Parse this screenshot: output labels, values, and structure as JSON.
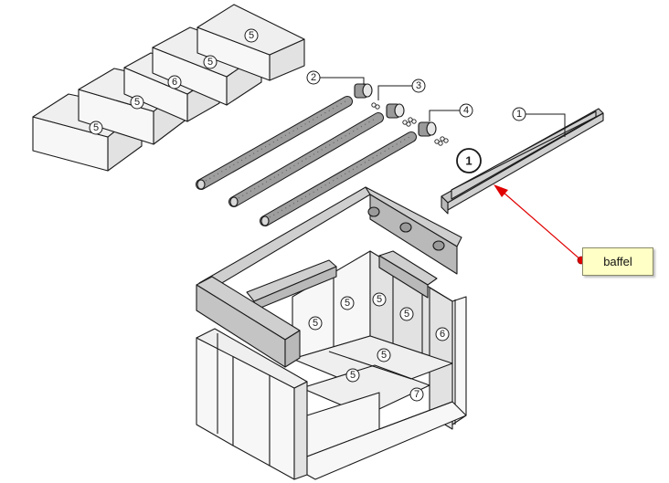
{
  "callouts": {
    "c1": "1",
    "c2": "2",
    "c3": "3",
    "c4": "4",
    "c5": "5",
    "c6": "6",
    "c7": "7"
  },
  "big_label": "1",
  "annotation": {
    "text": "baffel",
    "accent_color": "#e00000",
    "note_bg": "#ffffc6"
  }
}
